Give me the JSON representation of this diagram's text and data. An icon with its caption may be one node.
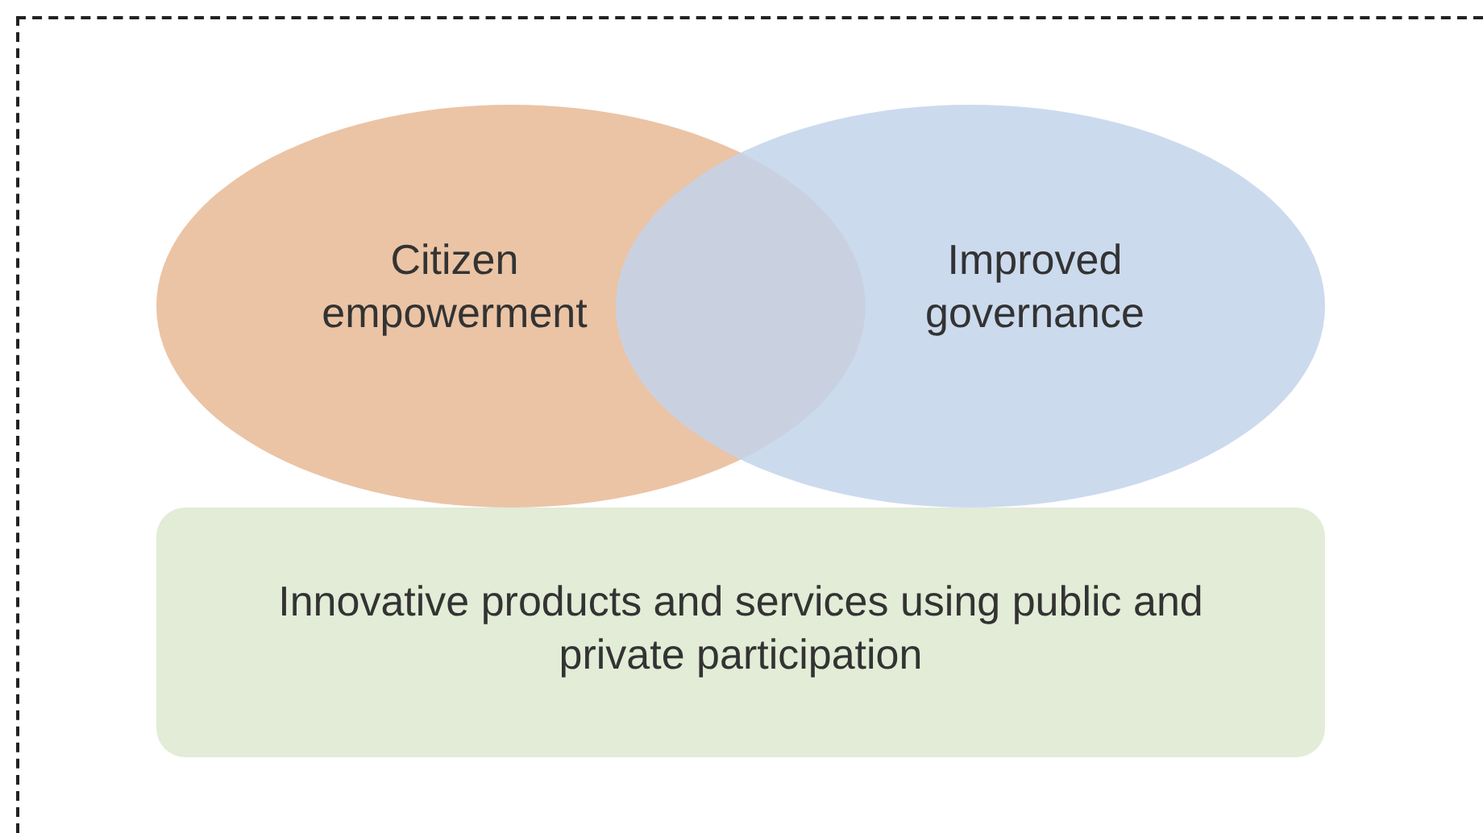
{
  "diagram": {
    "nodes": [
      {
        "text": [],
        "shape": "box"
      },
      {
        "text": [
          "Citizen empowerment"
        ],
        "in": 0
      },
      {
        "text": [
          "Improved governance"
        ],
        "in": 0
      },
      {
        "text": [
          "Innovative products and services using public and private participation"
        ],
        "in": 0
      }
    ]
  }
}
